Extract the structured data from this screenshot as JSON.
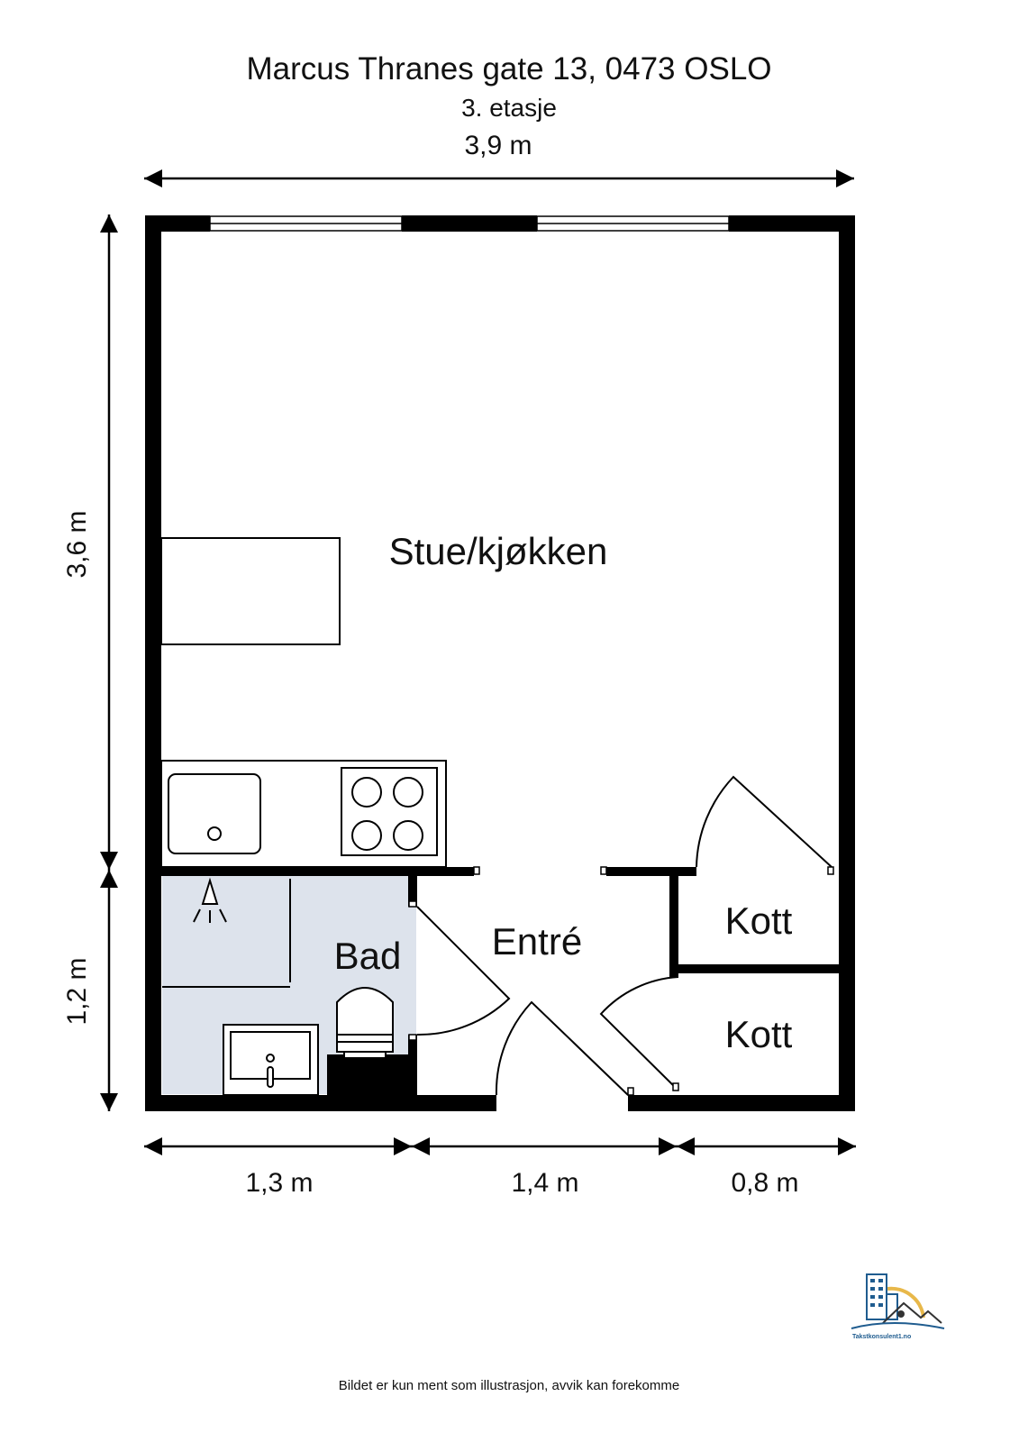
{
  "header": {
    "address": "Marcus Thranes gate 13, 0473 OSLO",
    "floor": "3. etasje"
  },
  "dimensions": {
    "top_width": "3,9 m",
    "left_upper": "3,6 m",
    "left_lower": "1,2 m",
    "bottom_1": "1,3 m",
    "bottom_2": "1,4 m",
    "bottom_3": "0,8 m"
  },
  "rooms": {
    "living_kitchen": "Stue/kjøkken",
    "bathroom": "Bad",
    "entrance": "Entré",
    "closet_upper": "Kott",
    "closet_lower": "Kott"
  },
  "colors": {
    "wall": "#000000",
    "bathroom_fill": "#dde3ec",
    "logo_blue": "#1f5c8f",
    "logo_sun": "#e8b84a"
  },
  "logo": {
    "text": "Takstkonsulent1.no"
  },
  "footer": {
    "disclaimer": "Bildet er kun ment som illustrasjon, avvik kan forekomme"
  }
}
